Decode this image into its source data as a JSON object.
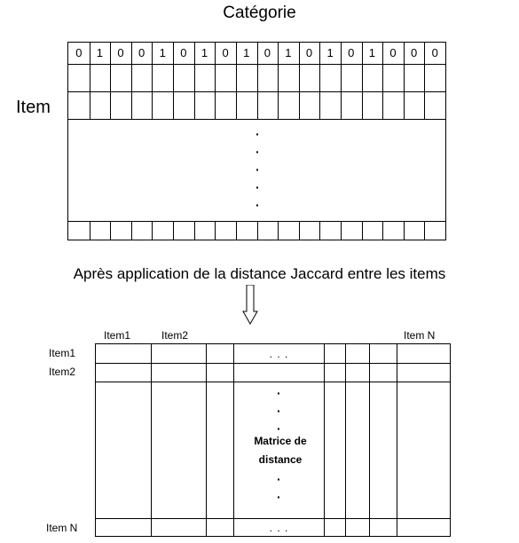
{
  "title": "Catégorie",
  "row_axis_label": "Item",
  "first_row_values": [
    "0",
    "1",
    "0",
    "0",
    "1",
    "0",
    "1",
    "0",
    "1",
    "0",
    "1",
    "0",
    "1",
    "0",
    "1",
    "0",
    "0",
    "0"
  ],
  "caption": "Après application de la distance Jaccard entre les items",
  "distance_matrix": {
    "col_headers": [
      "Item1",
      "Item2",
      "Item N"
    ],
    "row_headers": [
      "Item1",
      "Item2",
      "Item N"
    ],
    "center_label_line1": "Matrice de",
    "center_label_line2": "distance",
    "ellipsis": ". . ."
  },
  "arrow_icon": "down-arrow-icon"
}
